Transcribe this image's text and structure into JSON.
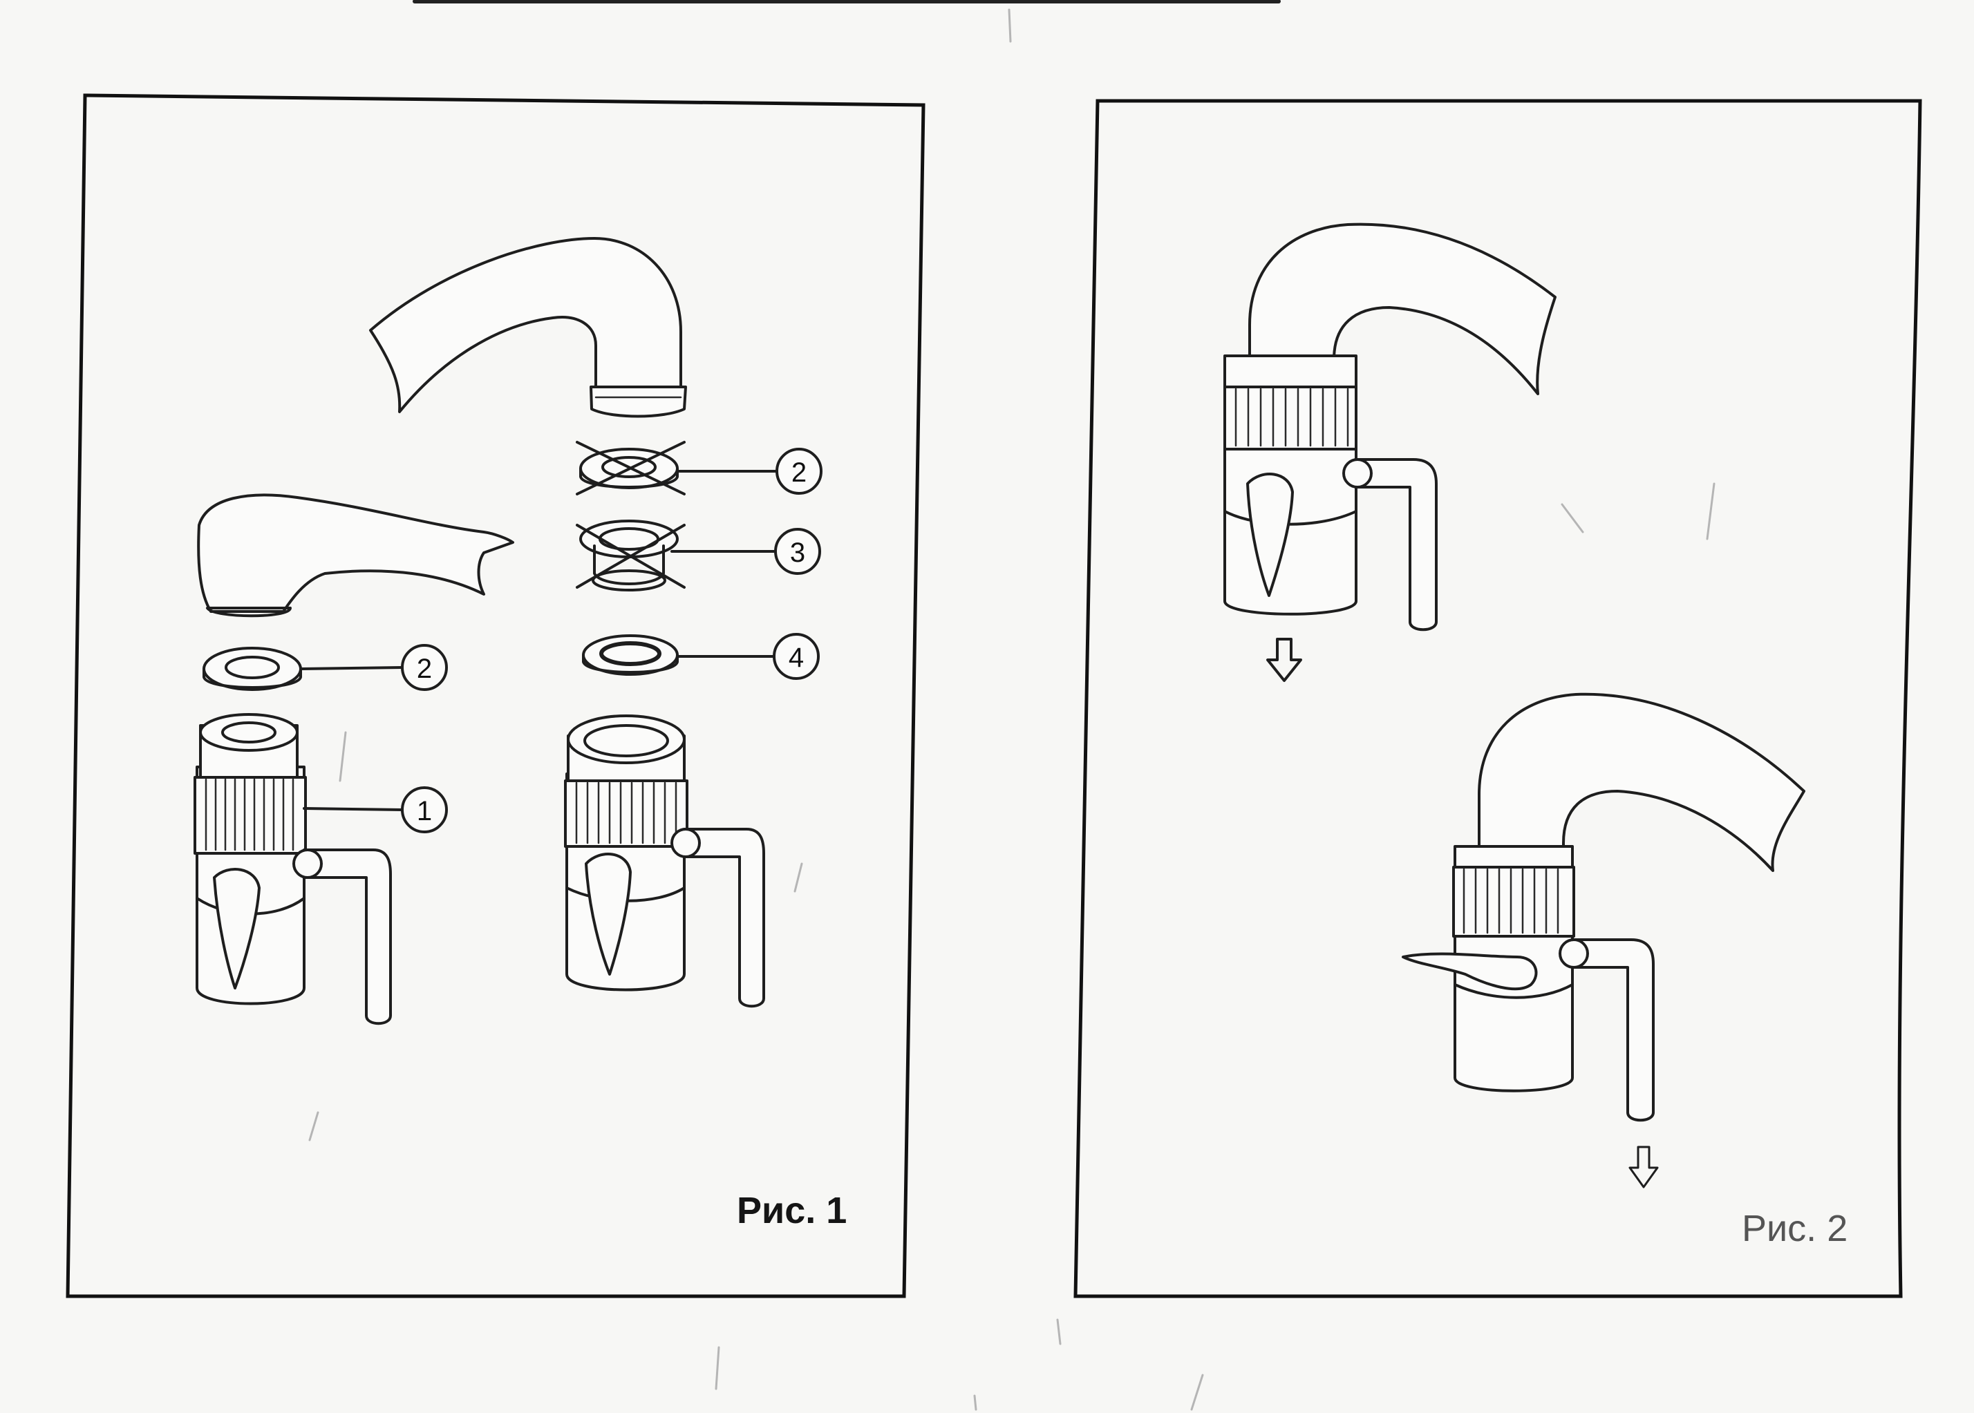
{
  "figures": [
    {
      "caption": "Рис. 1",
      "callouts": [
        "1",
        "2",
        "2",
        "3",
        "4"
      ]
    },
    {
      "caption": "Рис. 2"
    }
  ],
  "icons": {
    "gasket_crossed": "crossed-out-gasket-icon",
    "flow_arrow": "down-arrow-icon"
  },
  "colors": {
    "ink": "#1e1e1e",
    "paper": "#f7f7f5"
  }
}
